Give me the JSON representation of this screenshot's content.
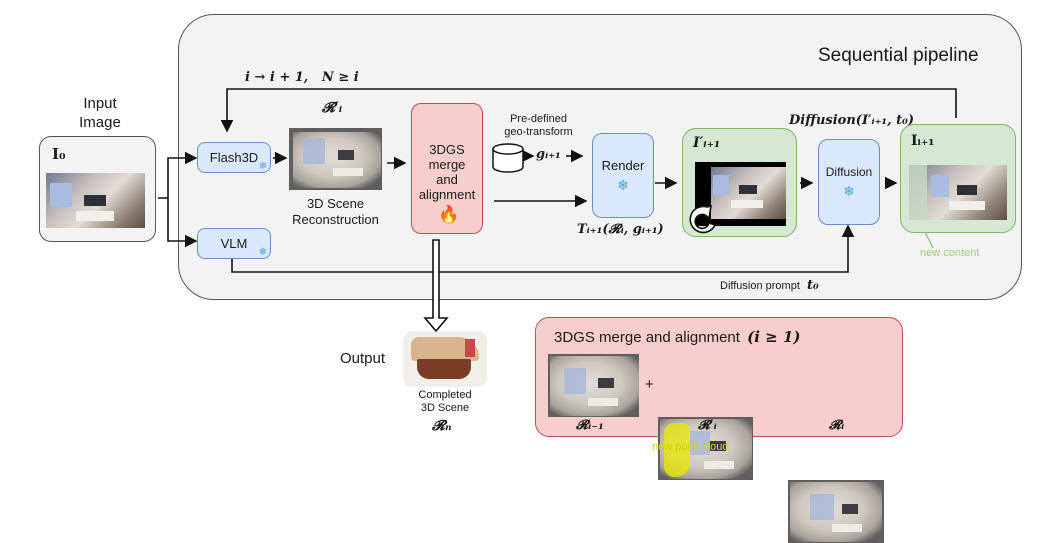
{
  "input": {
    "title_line1": "Input",
    "title_line2": "Image",
    "symbol": "I₀"
  },
  "pipeline": {
    "title": "Sequential pipeline",
    "loop_label": "i → i + 1,   N ≥ i",
    "flash3d": {
      "label": "Flash3D",
      "icon": "snowflake-icon"
    },
    "vlm": {
      "label": "VLM",
      "icon": "snowflake-icon"
    },
    "recon": {
      "symbol": "𝓡′ᵢ",
      "caption_line1": "3D Scene",
      "caption_line2": "Reconstruction"
    },
    "merge": {
      "line1": "3DGS",
      "line2": "merge",
      "line3": "and",
      "line4": "alignment",
      "icon": "fire-icon"
    },
    "geo": {
      "caption_line1": "Pre-defined",
      "caption_line2": "geo-transform",
      "symbol": "gᵢ₊₁",
      "icon": "database-icon"
    },
    "render": {
      "label": "Render",
      "icon": "snowflake-icon",
      "formula": "Tᵢ₊₁(𝓡ᵢ, gᵢ₊₁)"
    },
    "rendered_view": {
      "symbol": "I′ᵢ₊₁",
      "icon": "rotate-arrow-icon"
    },
    "diffusion": {
      "label": "Diffusion",
      "icon": "snowflake-icon",
      "formula": "Diffusion(I′ᵢ₊₁, t₀)"
    },
    "output_view": {
      "symbol": "Iᵢ₊₁",
      "annotation": "new content"
    },
    "prompt_label": "Diffusion prompt",
    "prompt_symbol": "t₀"
  },
  "output": {
    "label": "Output",
    "caption_line1": "Completed",
    "caption_line2": "3D Scene",
    "symbol": "𝓡ₙ"
  },
  "merge_detail": {
    "title": "3DGS merge and alignment",
    "condition": "(i ≥ 1)",
    "left_symbol": "𝓡ᵢ₋₁",
    "plus": "+",
    "mid_symbol": "𝓡′ᵢ",
    "right_symbol": "𝓡ᵢ",
    "annotation": "new point cloud"
  },
  "colors": {
    "blue_fill": "#dae8fc",
    "blue_stroke": "#6c8ebf",
    "red_fill": "#f8cecc",
    "red_stroke": "#b85450",
    "green_fill": "#d5e8d4",
    "green_stroke": "#82b366",
    "annotation_green": "#9ccc7a",
    "annotation_yellow": "#e6e600"
  }
}
